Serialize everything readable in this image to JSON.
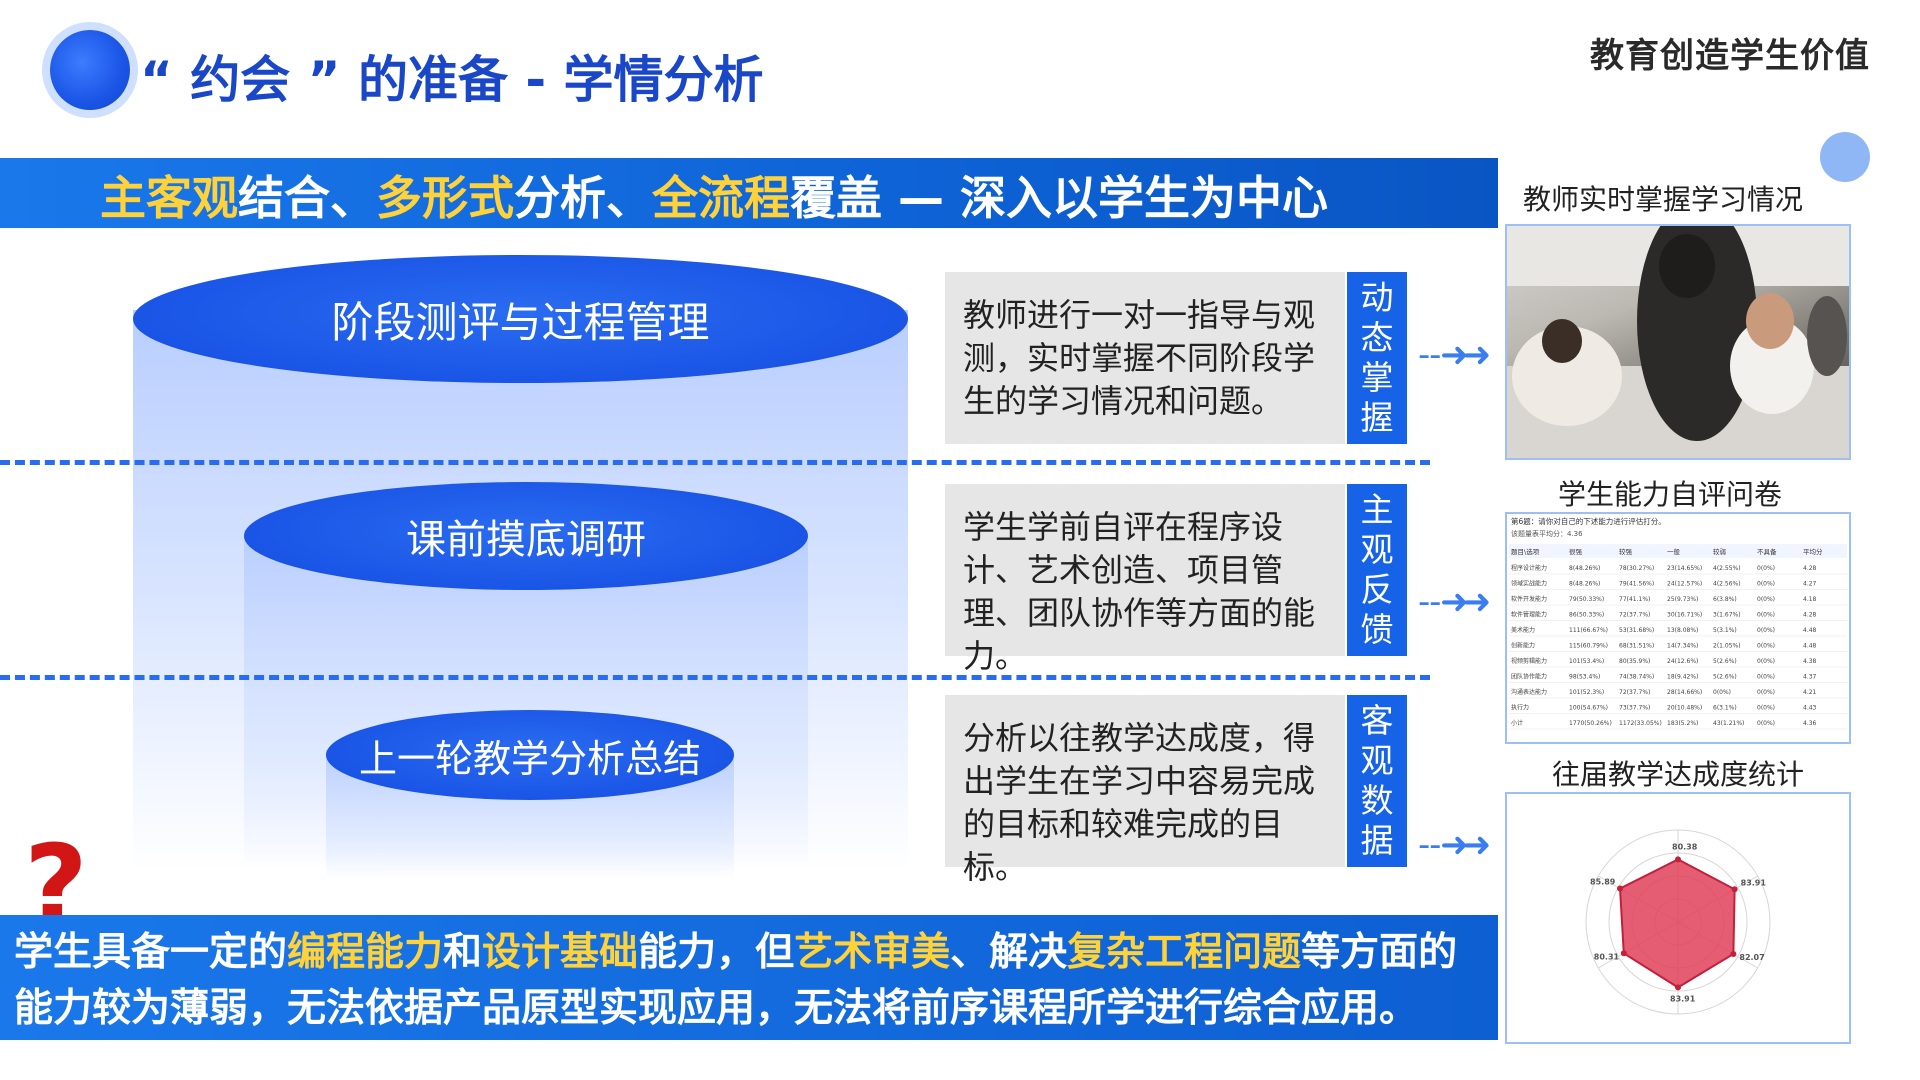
{
  "header": {
    "title": "“ 约会 ”  的准备 - 学情分析",
    "slogan": "教育创造学生价值"
  },
  "banner": {
    "hl1": "主客观",
    "t1": "结合、",
    "hl2": "多形式",
    "t2": "分析、",
    "hl3": "全流程",
    "t3": "覆盖 — 深入以学生为中心"
  },
  "stages": [
    {
      "label": "阶段测评与过程管理"
    },
    {
      "label": "课前摸底调研"
    },
    {
      "label": "上一轮教学分析总结"
    }
  ],
  "cards": [
    {
      "text": "教师进行一对一指导与观测，实时掌握不同阶段学生的学习情况和问题。",
      "tag": [
        "动",
        "态",
        "掌",
        "握"
      ]
    },
    {
      "text": "学生学前自评在程序设计、艺术创造、项目管理、团队协作等方面的能力。",
      "tag": [
        "主",
        "观",
        "反",
        "馈"
      ]
    },
    {
      "text": "分析以往教学达成度，得出学生在学习中容易完成的目标和较难完成的目标。",
      "tag": [
        "客",
        "观",
        "数",
        "据"
      ]
    }
  ],
  "arrows": {
    "glyph": "- - ➜➜"
  },
  "right_panel": {
    "caption1": "教师实时掌握学习情况",
    "caption2": "学生能力自评问卷",
    "caption3": "往届教学达成度统计",
    "survey": {
      "q": "第6题：请你对自己的下述能力进行评估打分。",
      "avg": "该题量表平均分：4.36",
      "headers": [
        "题目\\选项",
        "很强",
        "较强",
        "一般",
        "较弱",
        "不具备",
        "平均分"
      ],
      "rows": [
        [
          "程序设计能力",
          "8(48.26%)",
          "78(30.27%)",
          "23(14.65%)",
          "4(2.55%)",
          "0(0%)",
          "4.28"
        ],
        [
          "领域实战能力",
          "8(48.26%)",
          "79(41.56%)",
          "24(12.57%)",
          "4(2.56%)",
          "0(0%)",
          "4.27"
        ],
        [
          "软件开发能力",
          "79(50.33%)",
          "77(41.1%)",
          "25(9.73%)",
          "6(3.8%)",
          "0(0%)",
          "4.18"
        ],
        [
          "软件管理能力",
          "86(50.33%)",
          "72(37.7%)",
          "30(16.71%)",
          "3(1.67%)",
          "0(0%)",
          "4.28"
        ],
        [
          "美术能力",
          "111(66.67%)",
          "53(31.68%)",
          "13(8.08%)",
          "5(3.1%)",
          "0(0%)",
          "4.48"
        ],
        [
          "创新能力",
          "115(60.79%)",
          "68(31.51%)",
          "14(7.34%)",
          "2(1.05%)",
          "0(0%)",
          "4.48"
        ],
        [
          "视频剪辑能力",
          "101(53.4%)",
          "80(35.9%)",
          "24(12.6%)",
          "5(2.6%)",
          "0(0%)",
          "4.38"
        ],
        [
          "团队协作能力",
          "98(53.4%)",
          "74(38.74%)",
          "18(9.42%)",
          "5(2.6%)",
          "0(0%)",
          "4.37"
        ],
        [
          "沟通表达能力",
          "101(52.3%)",
          "72(37.7%)",
          "28(14.66%)",
          "0(0%)",
          "0(0%)",
          "4.21"
        ],
        [
          "执行力",
          "100(54.67%)",
          "73(37.7%)",
          "20(10.48%)",
          "6(3.1%)",
          "0(0%)",
          "4.43"
        ],
        [
          "小计",
          "1770(50.26%)",
          "1172(33.05%)",
          "183(5.2%)",
          "43(1.21%)",
          "0(0%)",
          "4.36"
        ]
      ]
    },
    "radar": {
      "values": [
        80.38,
        83.91,
        82.07,
        83.91,
        80.31,
        85.89
      ],
      "value_labels": [
        "80.38",
        "83.91",
        "82.07",
        "83.91",
        "80.31",
        "85.89"
      ],
      "fill": "#e0415b"
    }
  },
  "question_mark": "?",
  "bottom": {
    "t1": "学生具备一定的",
    "h1": "编程能力",
    "t2": "和",
    "h2": "设计基础",
    "t3": "能力，但",
    "h3": "艺术审美",
    "t4": "、解决",
    "h4": "复杂工程问题",
    "t5": "等方面的能力较为薄弱，无法依据产品原型实现应用，无法将前序课程所学进行综合应用。"
  },
  "colors": {
    "accent": "#1a55e6",
    "highlight": "#ffd23a",
    "alert": "#d21515"
  }
}
